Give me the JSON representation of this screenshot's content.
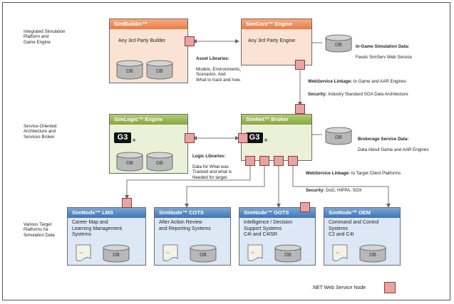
{
  "left_labels": {
    "tier1": "Integrated Simulation\nPlatform and\nGame Engine",
    "tier2": "Service-Oriented\nArchitecture and\nServices Broker",
    "tier3": "Various Target\nPlatforms for\nSimulation Data"
  },
  "simbuilder": {
    "title": "SimBuilder™",
    "text": "Any 3rd Party Builder"
  },
  "simcore": {
    "title": "SimCore™ Engine",
    "text": "Any 3rd Party Engine"
  },
  "simlogic": {
    "title": "SimLogic™ Engine",
    "logo": "G3"
  },
  "simnet": {
    "title": "SimNet™ Broker",
    "logo": "G3"
  },
  "db_label": "DB",
  "notes": {
    "asset_title": "Asset Libraries:",
    "asset_text": "Models, Environments,\nScenarios. And\nWhat to track and how.",
    "ingame_title": "In-Game Simulation Data:",
    "ingame_text": "Feeds SimServ Web Service",
    "ws1_title": "WebService Linkage:",
    "ws1_text": " to Game and AAR Engines",
    "sec1_title": "Security:",
    "sec1_text": " Industry Standard SOA Data Architecture",
    "brokerage_title": "Brokerage Service Data:",
    "brokerage_text": "Data About Game and AAR Engines",
    "logic_title": "Logic Libraries:",
    "logic_text": "Data for What was\nTracked and what is\nNeeded for target.",
    "ws2_title": "WebService Linkage:",
    "ws2_text": " to Target Client Platforms",
    "sec2_title": "Security:",
    "sec2_text": " DoD, HIPPA, SOX"
  },
  "targets": [
    {
      "title": "SimNode™ LMS",
      "text": "Career Map and\nLearning Management\nSystems"
    },
    {
      "title": "SimNode™ COTS",
      "text": "After Action Review\nand Reporting Systems"
    },
    {
      "title": "SimNode™ GOTS",
      "text": "Intelligence / Decision\nSupport Systems\nC4I and C4ISR"
    },
    {
      "title": "SimNode™ OEM",
      "text": "Command and Control\nSystems\nC2 and C4I"
    }
  ],
  "legend": {
    "label": ".NET Web Service Node"
  }
}
